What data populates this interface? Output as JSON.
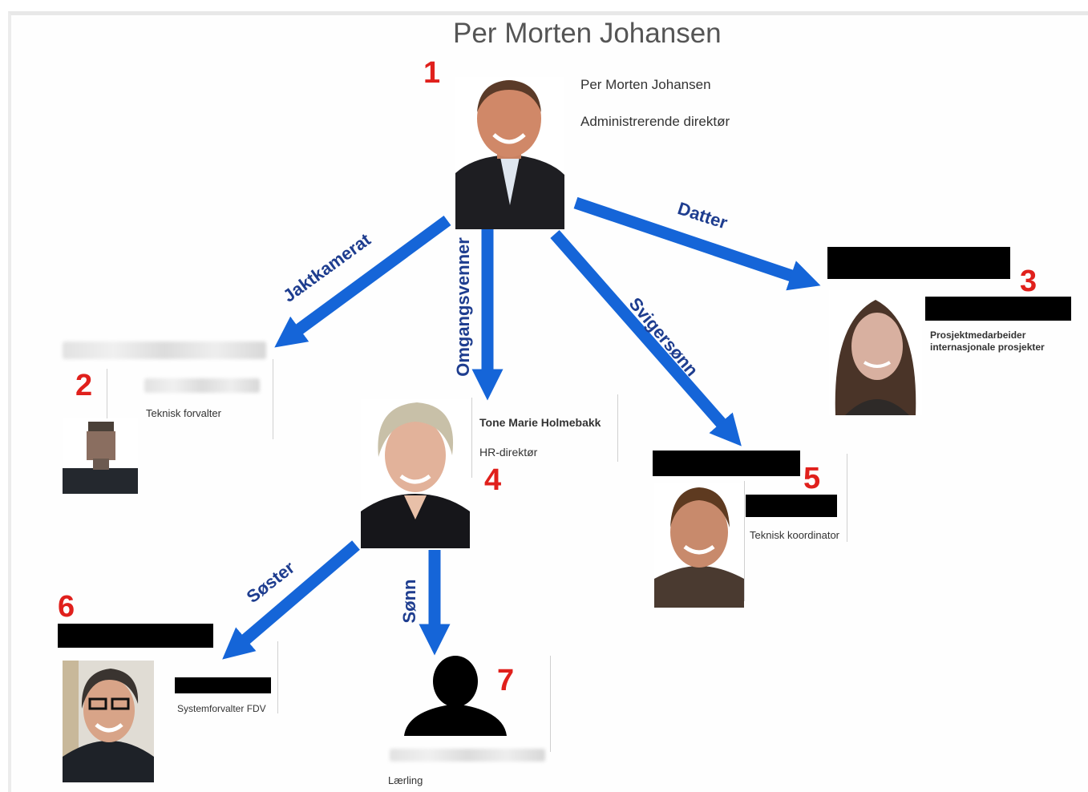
{
  "title": "Per Morten Johansen",
  "people": {
    "p1": {
      "number": "1",
      "name": "Per Morten Johansen",
      "role": "Administrerende direktør"
    },
    "p2": {
      "number": "2",
      "role": "Teknisk forvalter"
    },
    "p3": {
      "number": "3",
      "role_line1": "Prosjektmedarbeider",
      "role_line2": "internasjonale prosjekter"
    },
    "p4": {
      "number": "4",
      "name": "Tone Marie Holmebakk",
      "role": "HR-direktør"
    },
    "p5": {
      "number": "5",
      "role": "Teknisk koordinator"
    },
    "p6": {
      "number": "6",
      "role": "Systemforvalter FDV"
    },
    "p7": {
      "number": "7",
      "role": "Lærling"
    }
  },
  "relations": {
    "jaktkamerat": "Jaktkamerat",
    "omgangsvenner": "Omgangsvenner",
    "svigersonn": "Svigersønn",
    "datter": "Datter",
    "soster": "Søster",
    "sonn": "Sønn"
  },
  "colors": {
    "arrow": "#1565d8",
    "number": "#e0201c"
  }
}
